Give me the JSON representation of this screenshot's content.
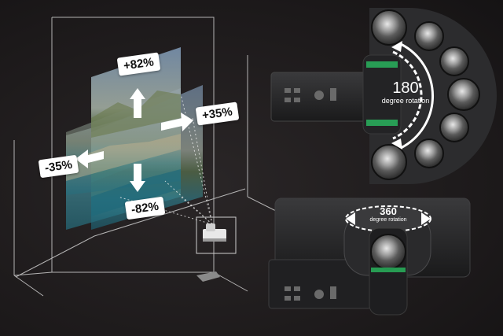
{
  "labels": {
    "shift_up": "+82%",
    "shift_down": "-82%",
    "shift_left": "-35%",
    "shift_right": "+35%"
  },
  "rotation_horizontal": {
    "value": "180",
    "unit": "degree rotation"
  },
  "rotation_vertical": {
    "value": "360",
    "unit": "degree rotation"
  },
  "colors": {
    "background": "#1d1a1b",
    "arrow": "#ffffff",
    "accent": "#2bd16a"
  }
}
